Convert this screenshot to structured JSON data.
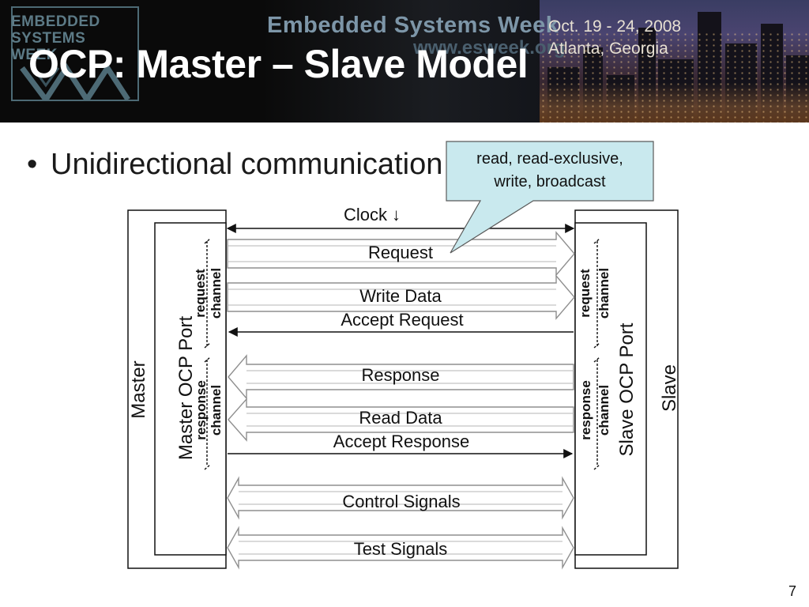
{
  "header": {
    "logo_lines": [
      "EMBEDDED",
      "SYSTEMS",
      "WEEK"
    ],
    "event_name": "Embedded Systems Week",
    "event_sub": "www.esweek.org",
    "event_dates": "Oct. 19 - 24, 2008",
    "event_location": "Atlanta, Georgia"
  },
  "slide": {
    "title": "OCP: Master – Slave Model",
    "bullet": "Unidirectional communication",
    "page_number": "7"
  },
  "callout": {
    "line1": "read, read-exclusive,",
    "line2": "write, broadcast"
  },
  "diagram": {
    "master_label": "Master",
    "slave_label": "Slave",
    "master_port_label": "Master OCP Port",
    "slave_port_label": "Slave OCP Port",
    "request_channel_top": "request",
    "request_channel_bottom": "channel",
    "response_channel_top": "response",
    "response_channel_bottom": "channel",
    "clock_label": "Clock ↓",
    "request_label": "Request",
    "write_data_label": "Write Data",
    "accept_request_label": "Accept Request",
    "response_label": "Response",
    "read_data_label": "Read Data",
    "accept_response_label": "Accept Response",
    "control_signals_label": "Control Signals",
    "test_signals_label": "Test Signals"
  },
  "colors": {
    "callout_fill": "#c9e9ee",
    "arrow_outline": "#8f8f8f",
    "banner_bg": "#0a0a0a"
  }
}
